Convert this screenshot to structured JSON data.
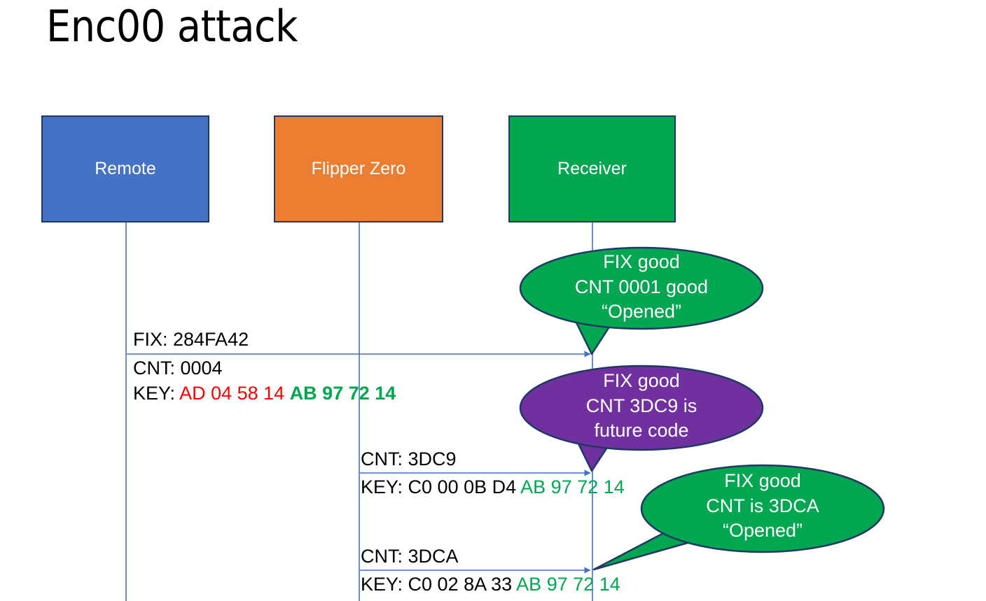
{
  "slide": {
    "title": "Enc00 attack",
    "background": "#FFFFFF"
  },
  "colors": {
    "remote": "#4472C4",
    "flipper": "#ED7D31",
    "receiver": "#00A650",
    "bubble_green": "#00A650",
    "bubble_purple": "#7030A0",
    "outline": "#1F3864",
    "lifeline": "#4472C4",
    "key_red": "#FF0000",
    "key_green": "#00A650",
    "text_black": "#000000"
  },
  "lanes": [
    {
      "id": "remote",
      "label": "Remote",
      "fill": "#4472C4"
    },
    {
      "id": "flipper",
      "label": "Flipper Zero",
      "fill": "#ED7D31"
    },
    {
      "id": "receiver",
      "label": "Receiver",
      "fill": "#00A650"
    }
  ],
  "messages": [
    {
      "id": "msg-1",
      "from": "remote",
      "to": "receiver",
      "lines": [
        {
          "text": "FIX: 284FA42"
        }
      ]
    },
    {
      "id": "msg-1-detail",
      "from": "remote",
      "to": "receiver",
      "lines": [
        {
          "text": "CNT: 0004"
        },
        {
          "prefix": "KEY: ",
          "red": "AD 04 58 14 ",
          "green_bold": "AB 97 72 14"
        }
      ]
    },
    {
      "id": "msg-2",
      "from": "flipper",
      "to": "receiver",
      "lines": [
        {
          "text": "CNT: 3DC9"
        },
        {
          "prefix": "KEY: C0 00 0B D4 ",
          "green": "AB 97 72 14"
        }
      ]
    },
    {
      "id": "msg-3",
      "from": "flipper",
      "to": "receiver",
      "lines": [
        {
          "text": "CNT: 3DCA"
        },
        {
          "prefix": "KEY: C0 02 8A 33 ",
          "green": "AB 97 72 14"
        }
      ]
    }
  ],
  "bubbles": [
    {
      "id": "bubble-1",
      "color": "#00A650",
      "lines": [
        "FIX good",
        "CNT 0001 good",
        "“Opened”"
      ]
    },
    {
      "id": "bubble-2",
      "color": "#7030A0",
      "lines": [
        "FIX good",
        "CNT 3DC9 is",
        "future code"
      ]
    },
    {
      "id": "bubble-3",
      "color": "#00A650",
      "lines": [
        "FIX good",
        "CNT is 3DCA",
        "“Opened”"
      ]
    }
  ]
}
